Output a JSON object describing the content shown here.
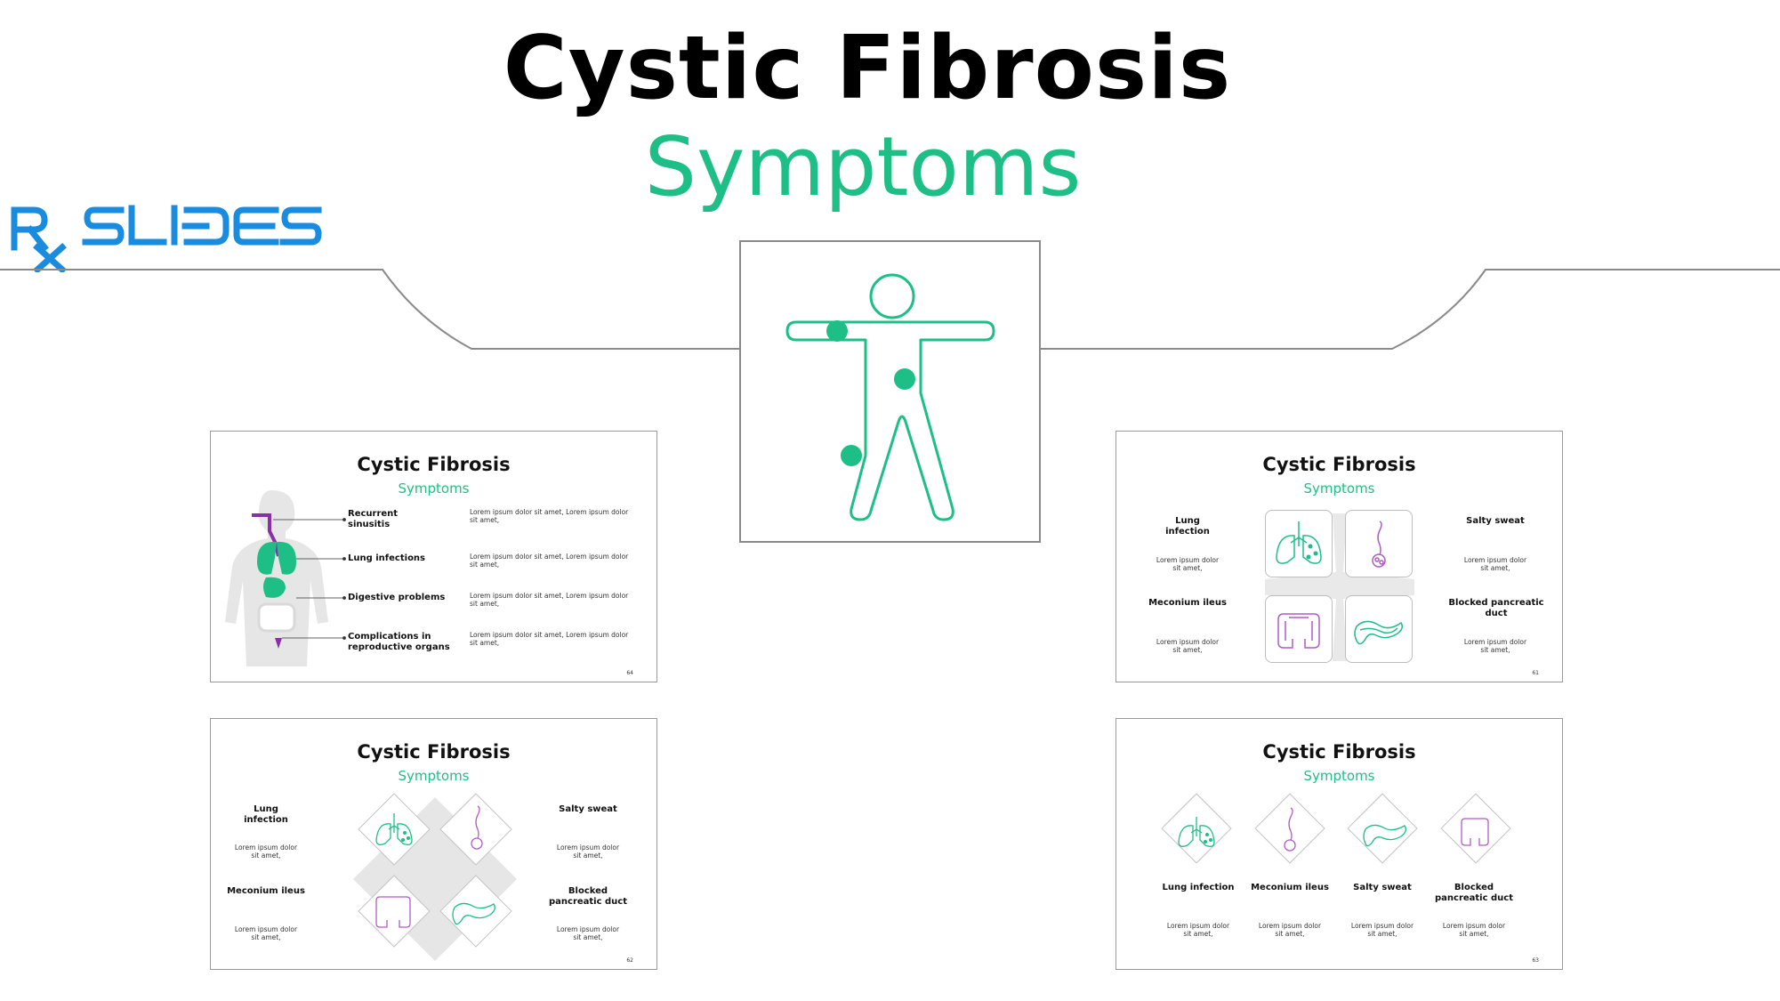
{
  "header": {
    "title": "Cystic Fibrosis",
    "subtitle": "Symptoms"
  },
  "logo": {
    "text": "RX SLIDES",
    "color": "#1a8ce0"
  },
  "colors": {
    "accent": "#1dbf86",
    "purple": "#8b2fa8",
    "frame": "#8a8a8a"
  },
  "thumb_a": {
    "title": "Cystic Fibrosis",
    "subtitle": "Symptoms",
    "page": "64",
    "rows": [
      {
        "label": "Recurrent sinusitis",
        "text": "Lorem ipsum dolor sit amet, Lorem ipsum dolor sit amet,"
      },
      {
        "label": "Lung infections",
        "text": "Lorem ipsum dolor sit amet, Lorem ipsum dolor sit amet,"
      },
      {
        "label": "Digestive problems",
        "text": "Lorem ipsum dolor sit amet, Lorem ipsum dolor sit amet,"
      },
      {
        "label": "Complications in reproductive organs",
        "text": "Lorem ipsum dolor sit amet, Lorem ipsum dolor sit amet,"
      }
    ]
  },
  "thumb_b": {
    "title": "Cystic Fibrosis",
    "subtitle": "Symptoms",
    "page": "61",
    "items": [
      {
        "label": "Lung infection",
        "text": "Lorem ipsum dolor sit amet,"
      },
      {
        "label": "Salty sweat",
        "text": "Lorem ipsum dolor sit amet,"
      },
      {
        "label": "Meconium ileus",
        "text": "Lorem ipsum dolor sit amet,"
      },
      {
        "label": "Blocked pancreatic duct",
        "text": "Lorem ipsum dolor sit amet,"
      }
    ]
  },
  "thumb_c": {
    "title": "Cystic Fibrosis",
    "subtitle": "Symptoms",
    "page": "62",
    "items": [
      {
        "label": "Lung infection",
        "text": "Lorem ipsum dolor sit amet,"
      },
      {
        "label": "Salty sweat",
        "text": "Lorem ipsum dolor sit amet,"
      },
      {
        "label": "Meconium ileus",
        "text": "Lorem ipsum dolor sit amet,"
      },
      {
        "label": "Blocked pancreatic duct",
        "text": "Lorem ipsum dolor sit amet,"
      }
    ]
  },
  "thumb_d": {
    "title": "Cystic Fibrosis",
    "subtitle": "Symptoms",
    "page": "63",
    "items": [
      {
        "label": "Lung infection",
        "text": "Lorem ipsum dolor sit amet,"
      },
      {
        "label": "Meconium ileus",
        "text": "Lorem ipsum dolor sit amet,"
      },
      {
        "label": "Salty sweat",
        "text": "Lorem ipsum dolor sit amet,"
      },
      {
        "label": "Blocked pancreatic duct",
        "text": "Lorem ipsum dolor sit amet,"
      }
    ]
  }
}
